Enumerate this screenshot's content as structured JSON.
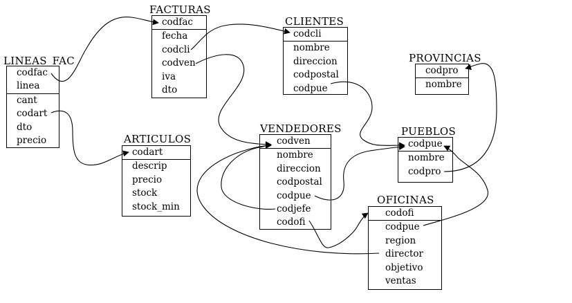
{
  "tables": {
    "lineas_fac": {
      "name": "LINEAS_FAC",
      "keys": [
        "codfac",
        "linea"
      ],
      "fields": [
        "cant",
        "codart",
        "dto",
        "precio"
      ]
    },
    "facturas": {
      "name": "FACTURAS",
      "keys": [
        "codfac"
      ],
      "fields": [
        "fecha",
        "codcli",
        "codven",
        "iva",
        "dto"
      ]
    },
    "clientes": {
      "name": "CLIENTES",
      "keys": [
        "codcli"
      ],
      "fields": [
        "nombre",
        "direccion",
        "codpostal",
        "codpue"
      ]
    },
    "provincias": {
      "name": "PROVINCIAS",
      "keys": [
        "codpro"
      ],
      "fields": [
        "nombre"
      ]
    },
    "articulos": {
      "name": "ARTICULOS",
      "keys": [
        "codart"
      ],
      "fields": [
        "descrip",
        "precio",
        "stock",
        "stock_min"
      ]
    },
    "vendedores": {
      "name": "VENDEDORES",
      "keys": [
        "codven"
      ],
      "fields": [
        "nombre",
        "direccion",
        "codpostal",
        "codpue",
        "codjefe",
        "codofi"
      ]
    },
    "pueblos": {
      "name": "PUEBLOS",
      "keys": [
        "codpue"
      ],
      "fields": [
        "nombre",
        "codpro"
      ]
    },
    "oficinas": {
      "name": "OFICINAS",
      "keys": [
        "codofi"
      ],
      "fields": [
        "codpue",
        "region",
        "director",
        "objetivo",
        "ventas"
      ]
    }
  },
  "colors": {
    "line": "#000000",
    "background": "#ffffff"
  }
}
